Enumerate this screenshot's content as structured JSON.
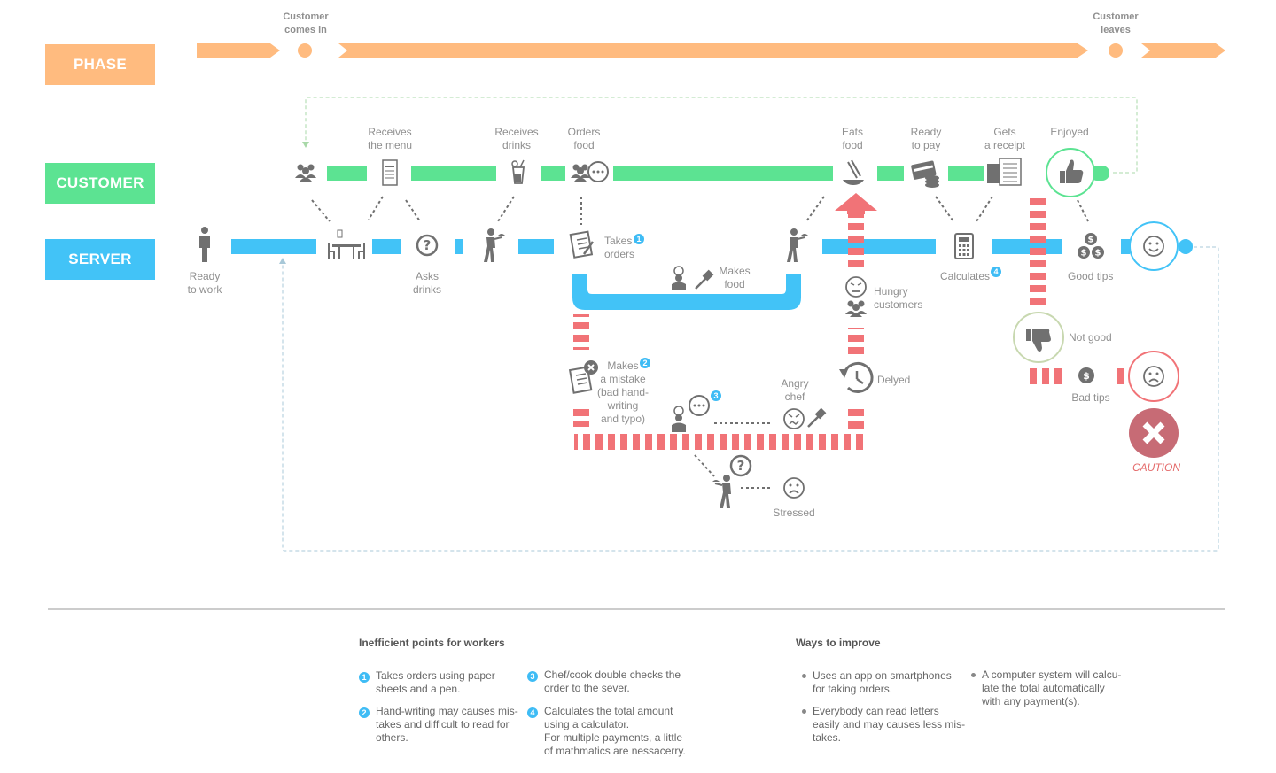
{
  "colors": {
    "phase": "#ffbb7f",
    "customer": "#5ce392",
    "server": "#42c3f7",
    "pain": "#f17377",
    "icon": "#707070",
    "caution": "#c76b75"
  },
  "lanes": {
    "phase": "PHASE",
    "customer": "CUSTOMER",
    "server": "SERVER"
  },
  "phase": {
    "comes_in": "Customer\ncomes in",
    "leaves": "Customer\nleaves"
  },
  "customer_steps": {
    "receives_menu": "Receives\nthe menu",
    "receives_drinks": "Receives\ndrinks",
    "orders_food": "Orders\nfood",
    "eats_food": "Eats\nfood",
    "ready_to_pay": "Ready\nto pay",
    "gets_receipt": "Gets\na receipt",
    "enjoyed": "Enjoyed"
  },
  "server_steps": {
    "ready_to_work": "Ready\nto work",
    "asks_drinks": "Asks\ndrinks",
    "takes_orders": "Takes\norders",
    "makes_food": "Makes\nfood",
    "hungry_customers": "Hungry\ncustomers",
    "calculates": "Calculates",
    "good_tips": "Good tips",
    "not_good": "Not good",
    "bad_tips": "Bad tips",
    "caution": "CAUTION"
  },
  "pain_steps": {
    "makes_mistake": "Makes\na mistake\n(bad hand-\nwriting\nand typo)",
    "angry_chef": "Angry\nchef",
    "delyed": "Delyed",
    "stressed": "Stressed"
  },
  "badges": {
    "takes_orders": "1",
    "makes_mistake": "2",
    "chef_check": "3",
    "calculates": "4"
  },
  "inefficient": {
    "title": "Inefficient points for workers",
    "items": [
      {
        "n": "1",
        "text": "Takes orders using paper\nsheets and a pen."
      },
      {
        "n": "2",
        "text": "Hand-writing may causes mis-\ntakes and difficult to read for\nothers."
      },
      {
        "n": "3",
        "text": "Chef/cook double checks the\norder to the sever."
      },
      {
        "n": "4",
        "text": "Calculates the total amount\nusing a calculator.\nFor multiple payments, a little\nof mathmatics are nessacerry."
      }
    ]
  },
  "improve": {
    "title": "Ways to improve",
    "items": [
      {
        "text": "Uses an app on smartphones\nfor taking orders."
      },
      {
        "text": "Everybody can read letters\neasily and may causes less mis-\ntakes."
      },
      {
        "text": "A computer system will calcu-\nlate the total automatically\nwith any payment(s)."
      }
    ]
  }
}
